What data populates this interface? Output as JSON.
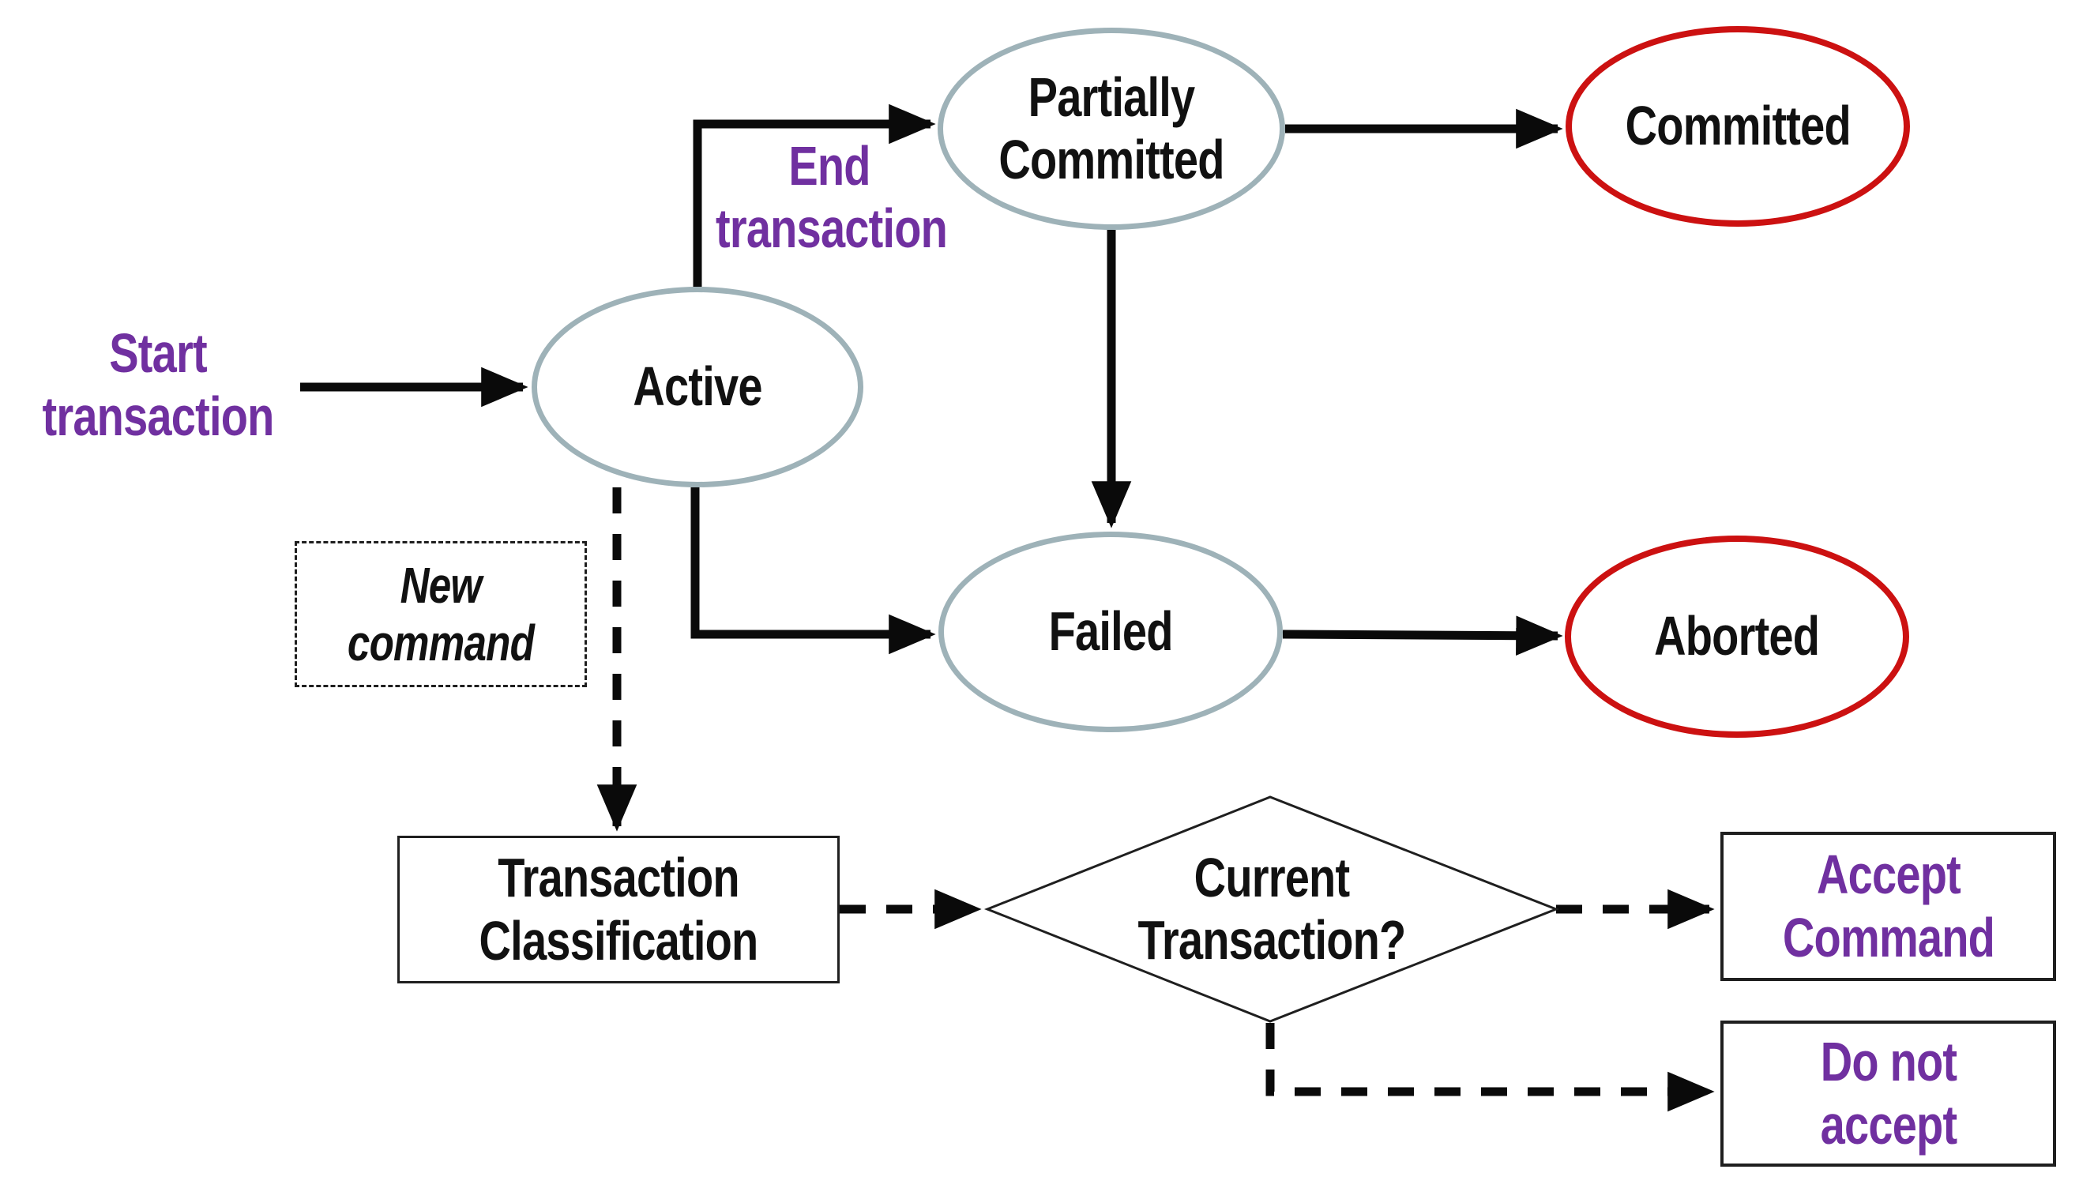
{
  "nodes": {
    "active": {
      "label": "Active"
    },
    "partially_committed": {
      "label": "Partially Committed"
    },
    "committed": {
      "label": "Committed"
    },
    "failed": {
      "label": "Failed"
    },
    "aborted": {
      "label": "Aborted"
    }
  },
  "process": {
    "transaction_classification": {
      "label": "Transaction Classification"
    }
  },
  "decision": {
    "current_transaction": {
      "label": "Current Transaction?"
    }
  },
  "results": {
    "accept": {
      "label": "Accept Command"
    },
    "do_not_accept": {
      "label": "Do not accept"
    }
  },
  "edge_labels": {
    "start_transaction": "Start transaction",
    "end_transaction": "End transaction",
    "new_command": "New command"
  },
  "colors": {
    "accent_purple": "#7030A0",
    "state_outline": "#9EB2B8",
    "final_outline": "#CC1111",
    "connector": "#0A0A0A"
  }
}
